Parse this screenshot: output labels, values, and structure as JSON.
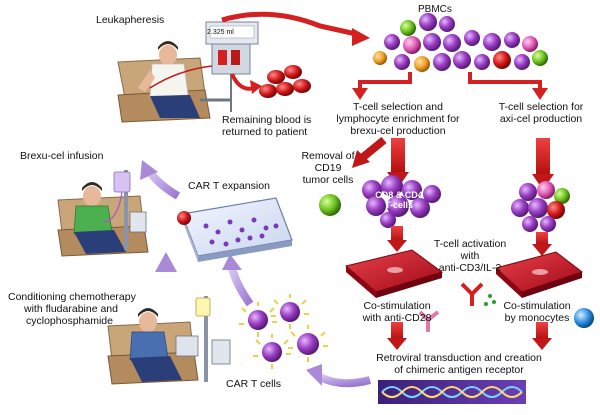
{
  "labels": {
    "leukapheresis": "Leukapheresis",
    "pbmcs": "PBMCs",
    "remaining_blood_1": "Remaining blood is",
    "remaining_blood_2": "returned to patient",
    "tcell_brexu_1": "T-cell selection and",
    "tcell_brexu_2": "lymphocyte enrichment for",
    "tcell_brexu_3": "brexu-cel production",
    "tcell_axi_1": "T-cell selection for",
    "tcell_axi_2": "axi-cel production",
    "brexu_infusion": "Brexu-cel infusion",
    "car_expansion": "CAR T expansion",
    "removal_1": "Removal of",
    "removal_2": "CD19",
    "removal_3": "tumor cells",
    "cd8_cd4_1": "CD8 & CD4",
    "cd8_cd4_2": "T-cells",
    "activation_1": "T-cell activation",
    "activation_2": "with",
    "activation_3": "anti-CD3/IL-2",
    "costim_cd28_1": "Co-stimulation",
    "costim_cd28_2": "with anti-CD28",
    "costim_mono_1": "Co-stimulation",
    "costim_mono_2": "by monocytes",
    "conditioning_1": "Conditioning chemotherapy",
    "conditioning_2": "with fludarabine and",
    "conditioning_3": "cyclophosphamide",
    "retroviral_1": "Retroviral transduction and creation",
    "retroviral_2": "of chimeric antigen receptor",
    "car_t_cells": "CAR T cells",
    "machine_display": "2.325 ml"
  },
  "colors": {
    "arrow_red": "#d42020",
    "arrow_purple": "#a98ad6",
    "cell_purple": "#9b3fc4",
    "plate_red": "#c8102e",
    "chair": "#caa77b"
  }
}
